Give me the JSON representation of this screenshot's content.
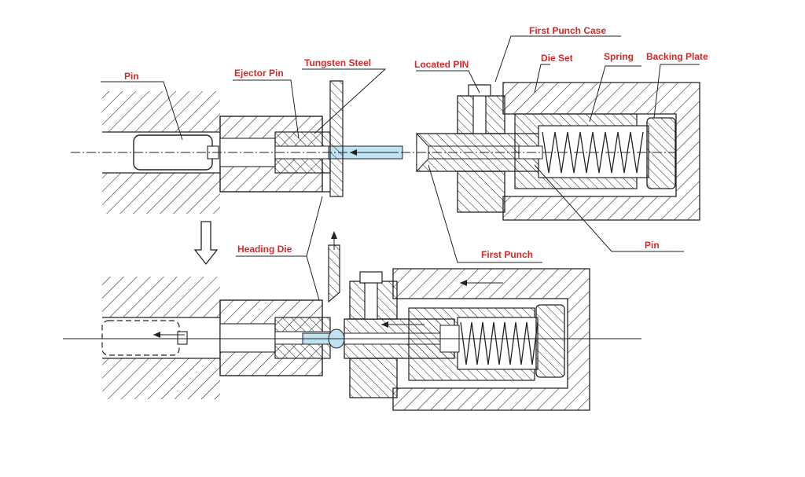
{
  "labels": {
    "pin_top": "Pin",
    "ejector_pin": "Ejector Pin",
    "tungsten_steel": "Tungsten Steel",
    "located_pin": "Located PIN",
    "first_punch_case": "First Punch Case",
    "die_set": "Die Set",
    "spring": "Spring",
    "backing_plate": "Backing Plate",
    "heading_die": "Heading Die",
    "first_punch": "First Punch",
    "pin_right": "Pin"
  },
  "colors": {
    "label": "#d42a2a",
    "line": "#222222",
    "workpiece": "#bfe3f2"
  },
  "icons": [
    "down-arrow-icon",
    "up-arrow-icon",
    "left-arrow-icon"
  ]
}
